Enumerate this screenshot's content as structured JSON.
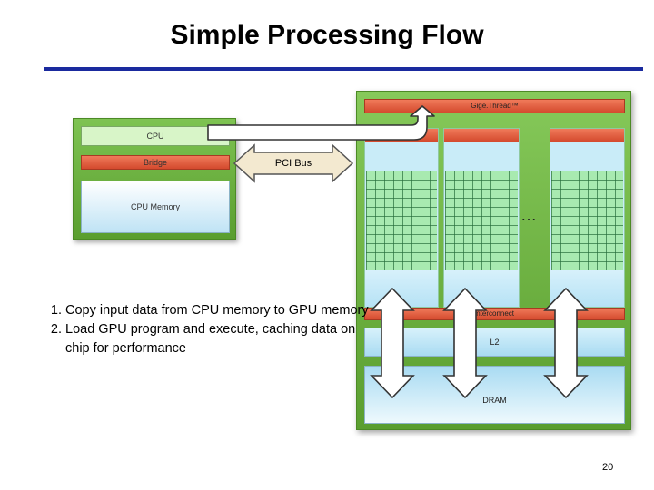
{
  "slide": {
    "title": "Simple Processing Flow",
    "page_number": "20"
  },
  "cpu": {
    "cpu_label": "CPU",
    "bridge_label": "Bridge",
    "memory_label": "CPU Memory"
  },
  "bus": {
    "label": "PCI Bus"
  },
  "gpu": {
    "thread_label": "Gige.Thread™",
    "ellipsis": "…",
    "interconnect_label": "Interconnect",
    "l2_label": "L2",
    "dram_label": "DRAM"
  },
  "steps": [
    "Copy input data from CPU memory to GPU memory",
    "Load GPU program and execute, caching data on chip for performance"
  ],
  "colors": {
    "title_rule": "#1a2a9e",
    "board_green": "#6cb23f",
    "bus_red": "#e05a3a",
    "memory_blue": "#bfe3f5",
    "core_green": "#a8eab0"
  }
}
